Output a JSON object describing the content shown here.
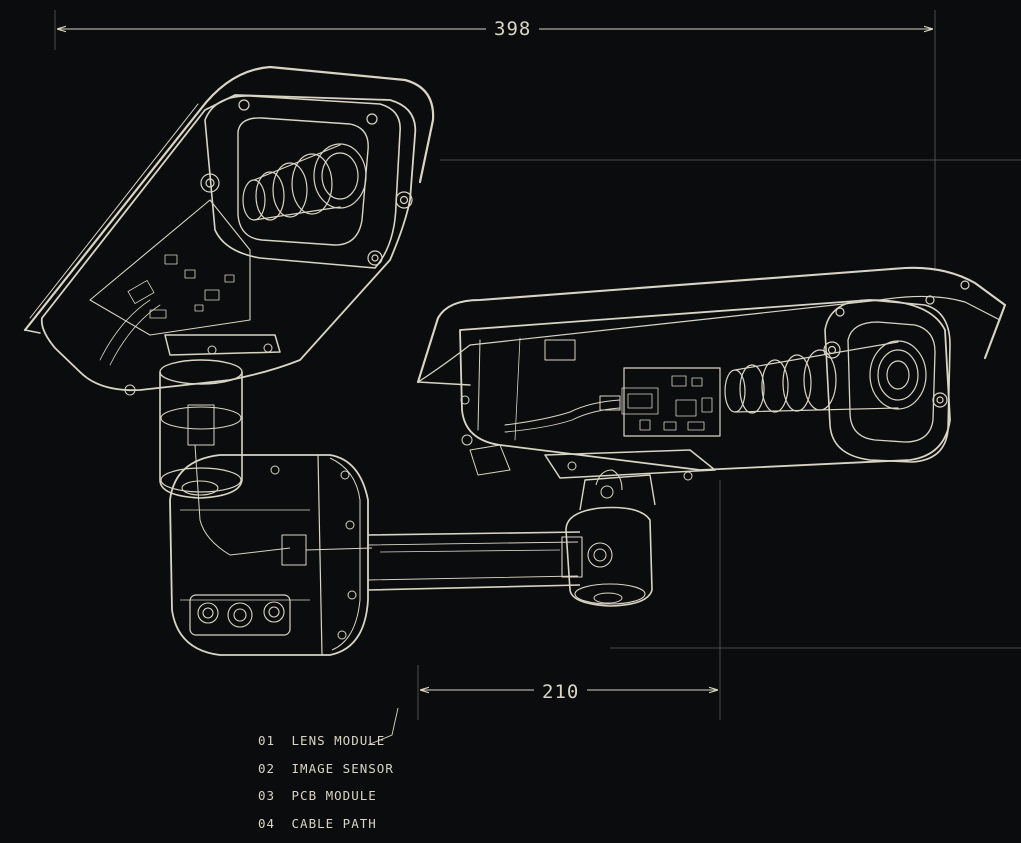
{
  "dimensions": {
    "overall_width": "398",
    "arm_length": "210"
  },
  "legend": [
    {
      "num": "01",
      "label": "LENS MODULE"
    },
    {
      "num": "02",
      "label": "IMAGE SENSOR"
    },
    {
      "num": "03",
      "label": "PCB MODULE"
    },
    {
      "num": "04",
      "label": "CABLE PATH"
    }
  ],
  "colors": {
    "background": "#0b0c0d",
    "line": "#d9d4c3",
    "guide": "#6f6c63"
  }
}
